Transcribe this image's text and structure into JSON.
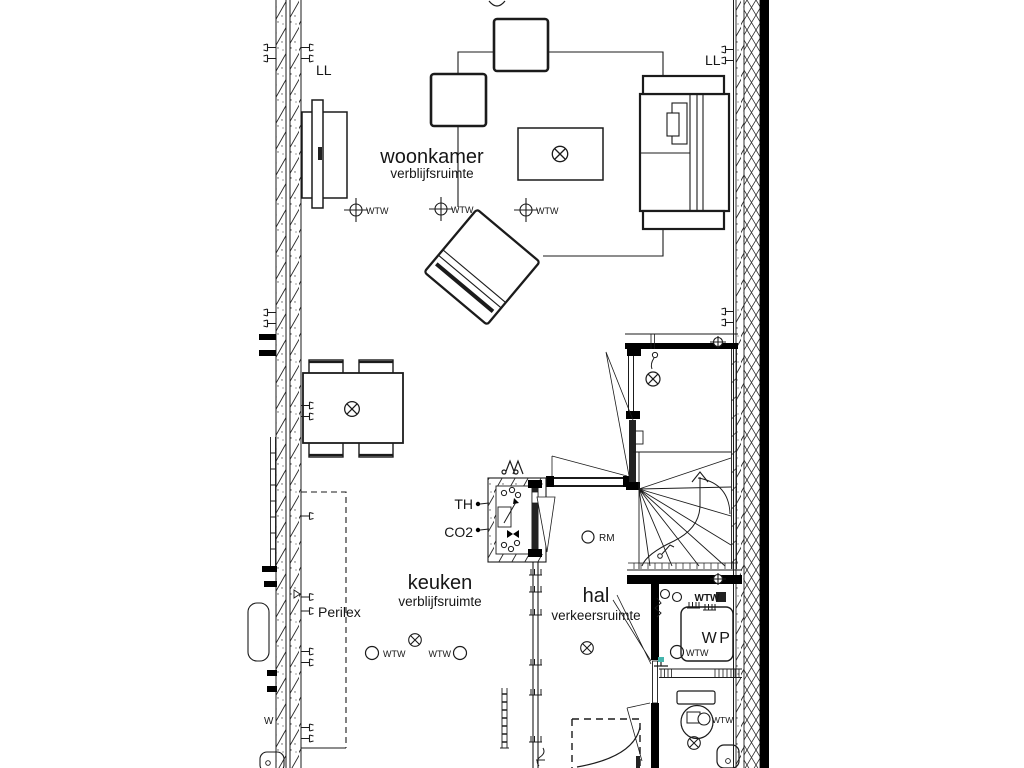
{
  "floorplan": {
    "rooms": {
      "woonkamer": {
        "name": "woonkamer",
        "type": "verblijfsruimte"
      },
      "keuken": {
        "name": "keuken",
        "type": "verblijfsruimte"
      },
      "hal": {
        "name": "hal",
        "type": "verkeersruimte"
      }
    },
    "labels": {
      "wtw": "WTW",
      "ll": "LL",
      "rm": "RM",
      "th": "TH",
      "co2": "CO2",
      "perilex": "Perilex",
      "wp": "WP",
      "neighbor_fragment": "W"
    },
    "colors": {
      "ink": "#1b1b1b",
      "wall_fill": "#000000",
      "tap_teal": "#45b5ad",
      "background": "#ffffff"
    }
  }
}
